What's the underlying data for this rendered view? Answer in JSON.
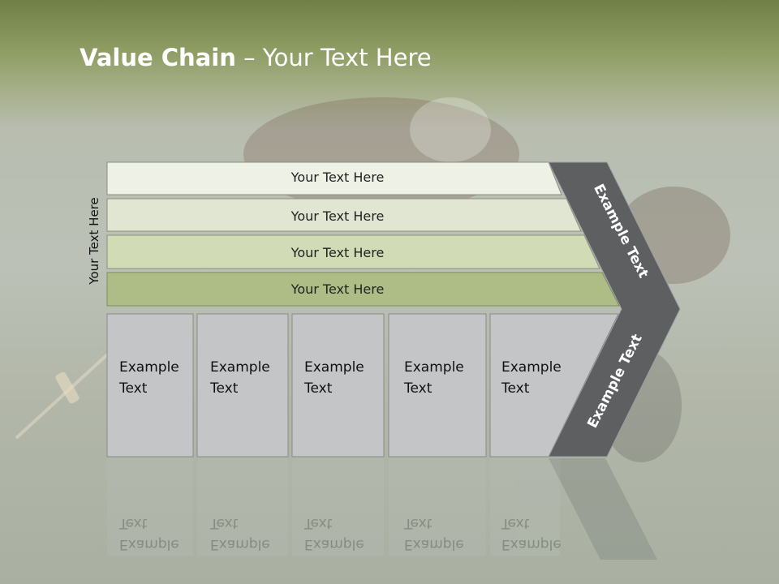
{
  "title": {
    "bold": "Value Chain",
    "rest": " – Your Text Here"
  },
  "side_label": "Your Text Here",
  "bars": [
    "Your Text Here",
    "Your Text Here",
    "Your Text Here",
    "Your Text Here"
  ],
  "boxes": [
    {
      "line1": "Example",
      "line2": "Text"
    },
    {
      "line1": "Example",
      "line2": "Text"
    },
    {
      "line1": "Example",
      "line2": "Text"
    },
    {
      "line1": "Example",
      "line2": "Text"
    },
    {
      "line1": "Example",
      "line2": "Text"
    }
  ],
  "chevron_upper": "Example Text",
  "chevron_lower": "Example Text",
  "colors": {
    "bar1": "#eef1e6",
    "bar2": "#e1e6d2",
    "bar3": "#d1dbb6",
    "bar4": "#aebd85",
    "box": "#c4c5c7",
    "chevron": "#5d5f61"
  }
}
